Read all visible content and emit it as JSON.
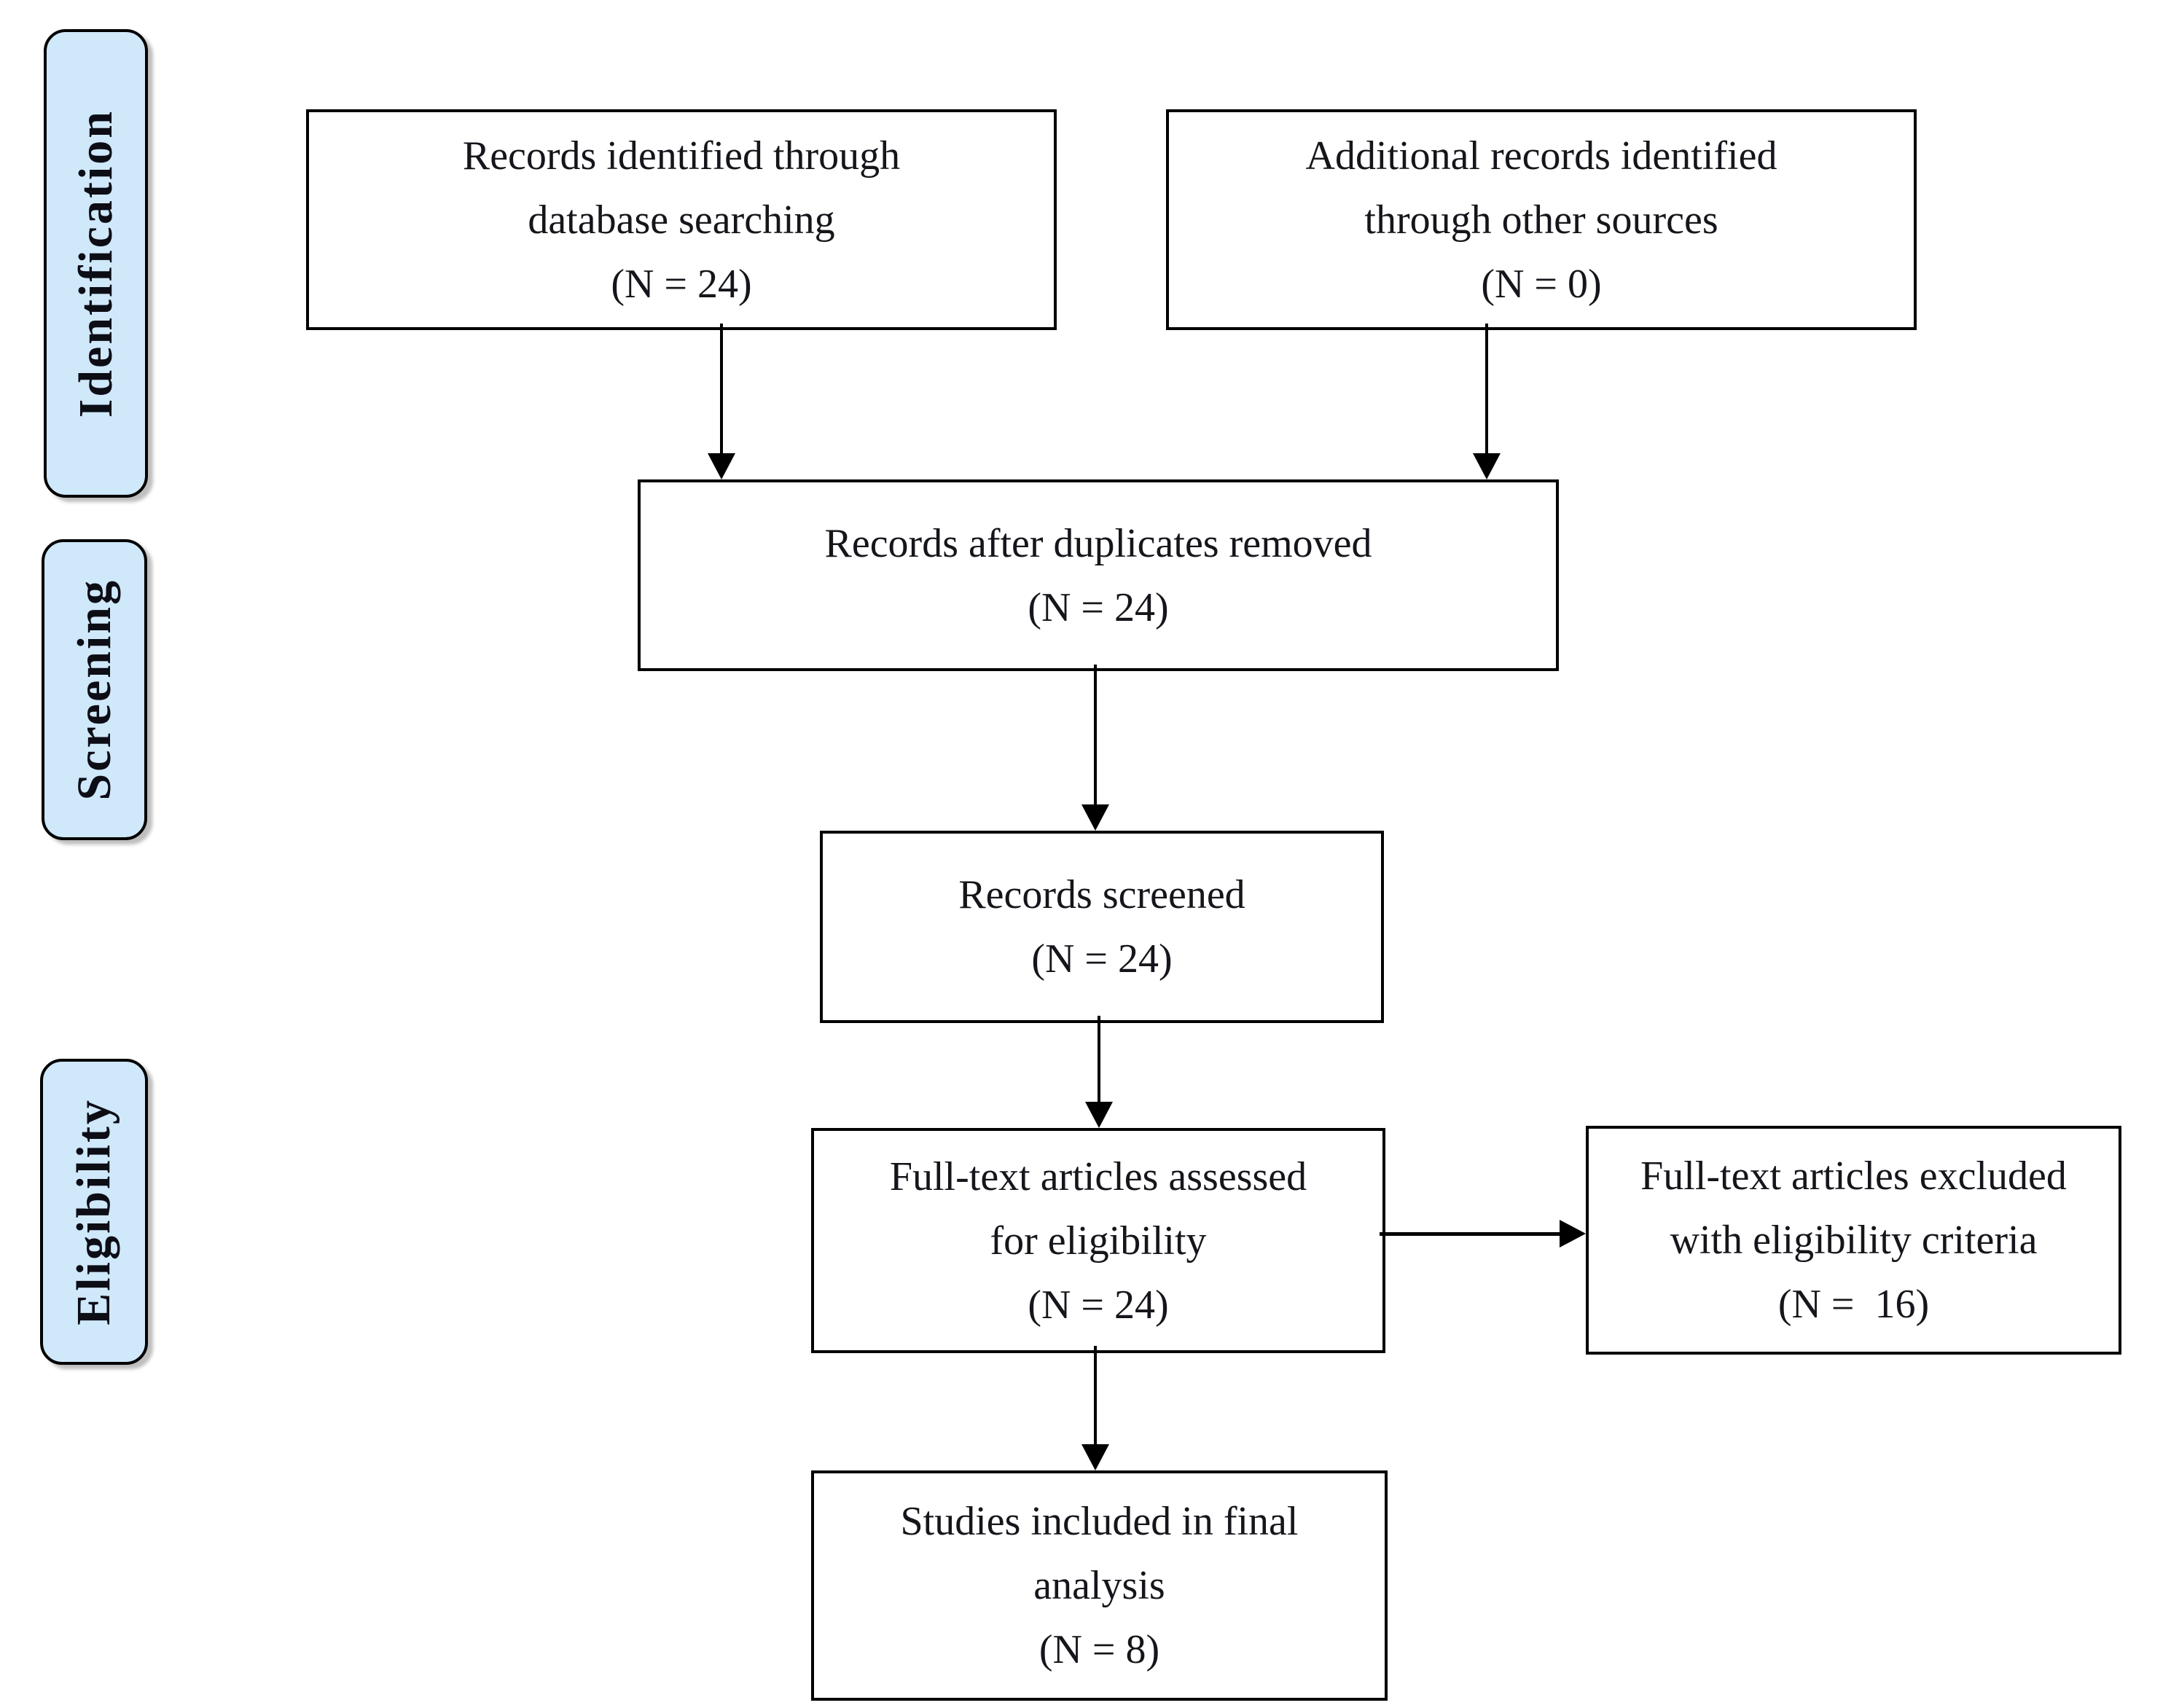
{
  "stages": [
    {
      "id": "identification",
      "label": "Identification"
    },
    {
      "id": "screening",
      "label": "Screening"
    },
    {
      "id": "eligibility",
      "label": "Eligibility"
    }
  ],
  "nodes": {
    "records_identified": {
      "line1": "Records identified through",
      "line2": "database searching",
      "count": "(N = 24)"
    },
    "additional_records": {
      "line1": "Additional records identified",
      "line2": "through other sources",
      "count": "(N = 0)"
    },
    "duplicates_removed": {
      "line1": "Records after duplicates removed",
      "line2": "",
      "count": "(N = 24)"
    },
    "records_screened": {
      "line1": "Records screened",
      "line2": "",
      "count": "(N = 24)"
    },
    "fulltext_assessed": {
      "line1": "Full-text articles assessed",
      "line2": "for eligibility",
      "count": "(N = 24)"
    },
    "fulltext_excluded": {
      "line1": "Full-text articles excluded",
      "line2": "with eligibility criteria",
      "count": "(N =  16)"
    },
    "studies_included": {
      "line1": "Studies included in final",
      "line2": "analysis",
      "count": "(N = 8)"
    }
  },
  "colors": {
    "stage_fill": "#cfe8fa",
    "stage_border": "#000000",
    "node_border": "#000000",
    "text": "#15151b",
    "arrow": "#000000",
    "background": "#ffffff"
  }
}
